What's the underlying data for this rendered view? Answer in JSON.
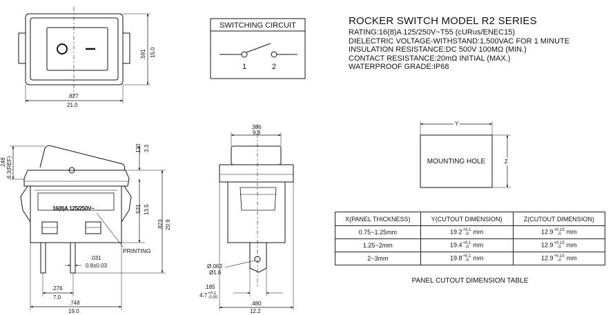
{
  "title": "ROCKER SWITCH MODEL R2 SERIES",
  "specs": [
    "RATING:16(8)A 125/250V~T55  (cURus/ENEC15)",
    "DIELECTRIC VOLTAGE-WITHSTAND:1,500VAC FOR 1 MINUTE",
    "INSULATION RESISTANCE:DC 500V 100MΩ (MIN.)",
    "CONTACT RESISTANCE:20mΩ INITIAL (MAX.)",
    "WATERPROOF  GRADE:IP68"
  ],
  "switching": {
    "title": "SWITCHING CIRCUIT",
    "pin1": "1",
    "pin2": "2"
  },
  "top_view": {
    "width_in": ".827",
    "width_mm": "21.0",
    "height_in": ".591",
    "height_mm": "15.0"
  },
  "side_view": {
    "ref_in": ".248",
    "ref_mm": "6.3(REF)",
    "rocker_in": ".130",
    "rocker_mm": "3.3",
    "body_in": ".531",
    "body_mm": "13.5",
    "total_in": ".823",
    "total_mm": "20.9",
    "label": "16(8)A 125/250V~",
    "printing": "PRINTING",
    "terminal_in": ".031",
    "terminal_mm": "0.8±0.03",
    "pitch_in": ".276",
    "pitch_mm": "7.0",
    "base_in": ".748",
    "base_mm": "19.0"
  },
  "end_view": {
    "top_in": ".386",
    "top_mm": "9.8",
    "hole_in": "Ø.063",
    "hole_mm": "Ø1.6",
    "term_in": ".185",
    "term_mm": "4.7",
    "term_tol_plus": "+0.1",
    "term_tol_minus": "-0.05",
    "base_in": ".480",
    "base_mm": "12.2"
  },
  "mounting": {
    "label": "MOUNTING HOLE",
    "y": "Y",
    "z": "Z"
  },
  "table": {
    "headers": [
      "X(PANEL THICKNESS)",
      "Y(CUTOUT DIMENSION)",
      "Z(CUTOUT DIMENSION)"
    ],
    "rows": [
      {
        "x": "0.75~1.25mm",
        "y": "19.2",
        "y_tol_plus": "+0.1",
        "y_tol_minus": "-0",
        "z": "12.9",
        "z_tol_plus": "+0.15",
        "z_tol_minus": "-0"
      },
      {
        "x": "1.25~2mm",
        "y": "19.4",
        "y_tol_plus": "+0.1",
        "y_tol_minus": "-0",
        "z": "12.9",
        "z_tol_plus": "+0.15",
        "z_tol_minus": "-0"
      },
      {
        "x": "2~3mm",
        "y": "19.8",
        "y_tol_plus": "+0.1",
        "y_tol_minus": "-0",
        "z": "12.9",
        "z_tol_plus": "+0.15",
        "z_tol_minus": "-0"
      }
    ],
    "unit": "mm",
    "caption": "PANEL CUTOUT DIMENSION TABLE"
  }
}
